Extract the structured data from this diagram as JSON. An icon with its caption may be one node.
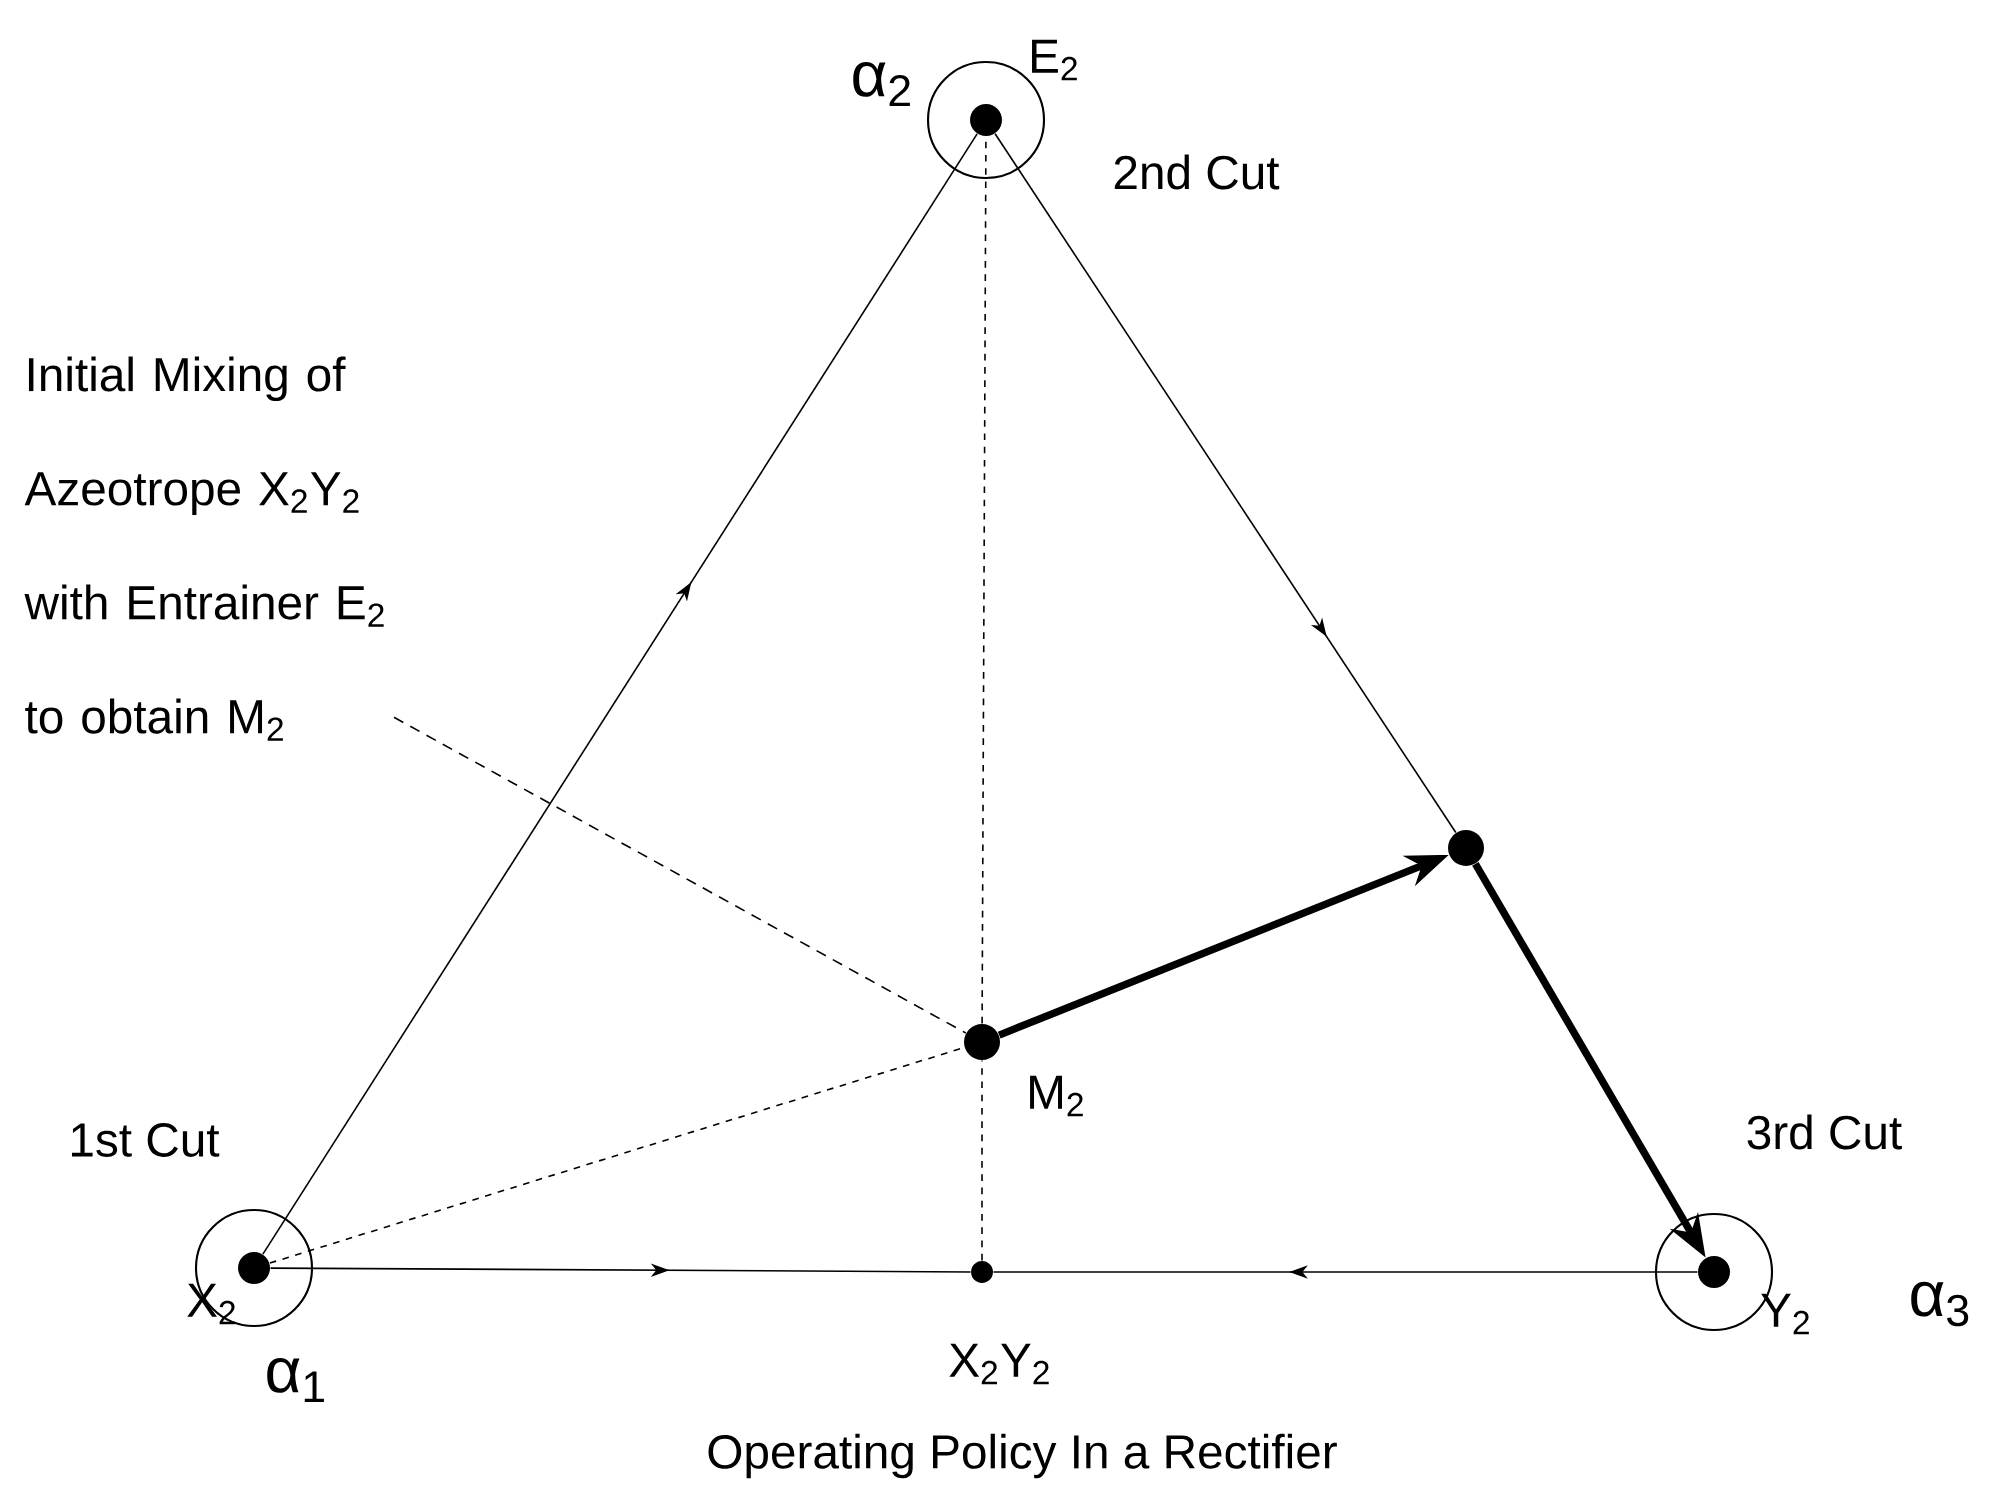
{
  "diagram": {
    "caption": "Operating Policy In a Rectifier",
    "nodes": [
      {
        "text": [
          "X$_{2}$"
        ],
        "beside": [
          "α$_{1}$",
          "1st Cut"
        ]
      },
      {
        "text": [
          "E$_{2}$"
        ],
        "beside": [
          "α$_{2}$",
          "2nd Cut"
        ]
      },
      {
        "text": [
          "Y$_{2}$"
        ],
        "beside": [
          "α$_{3}$",
          "3rd Cut"
        ]
      },
      {
        "text": [
          "X$_{2}$Y$_{2}$"
        ]
      },
      {
        "text": [
          "M$_{2}$"
        ]
      },
      {
        "text": [],
        "shape": "circle"
      },
      {
        "text": [
          "Initial Mixing of Azeotrope X$_{2}$Y$_{2}$ with Entrainer E$_{2}$ to obtain M$_{2}$"
        ]
      }
    ],
    "edges": [
      {
        "from": 0,
        "to": 1,
        "arrow": "to"
      },
      {
        "from": 1,
        "to": 5,
        "arrow": "to"
      },
      {
        "from": 0,
        "to": 3,
        "arrow": "to"
      },
      {
        "from": 2,
        "to": 3,
        "arrow": "to"
      },
      {
        "from": 3,
        "to": 4,
        "arrow": "none",
        "style": "dashed"
      },
      {
        "from": 4,
        "to": 1,
        "arrow": "none",
        "style": "dashed"
      },
      {
        "from": 0,
        "to": 4,
        "arrow": "none",
        "style": "dashed"
      },
      {
        "from": 4,
        "to": 5,
        "arrow": "to",
        "style": "thick"
      },
      {
        "from": 5,
        "to": 2,
        "arrow": "to",
        "style": "thick"
      },
      {
        "from": 6,
        "to": 4,
        "arrow": "none",
        "style": "dashed"
      }
    ]
  }
}
